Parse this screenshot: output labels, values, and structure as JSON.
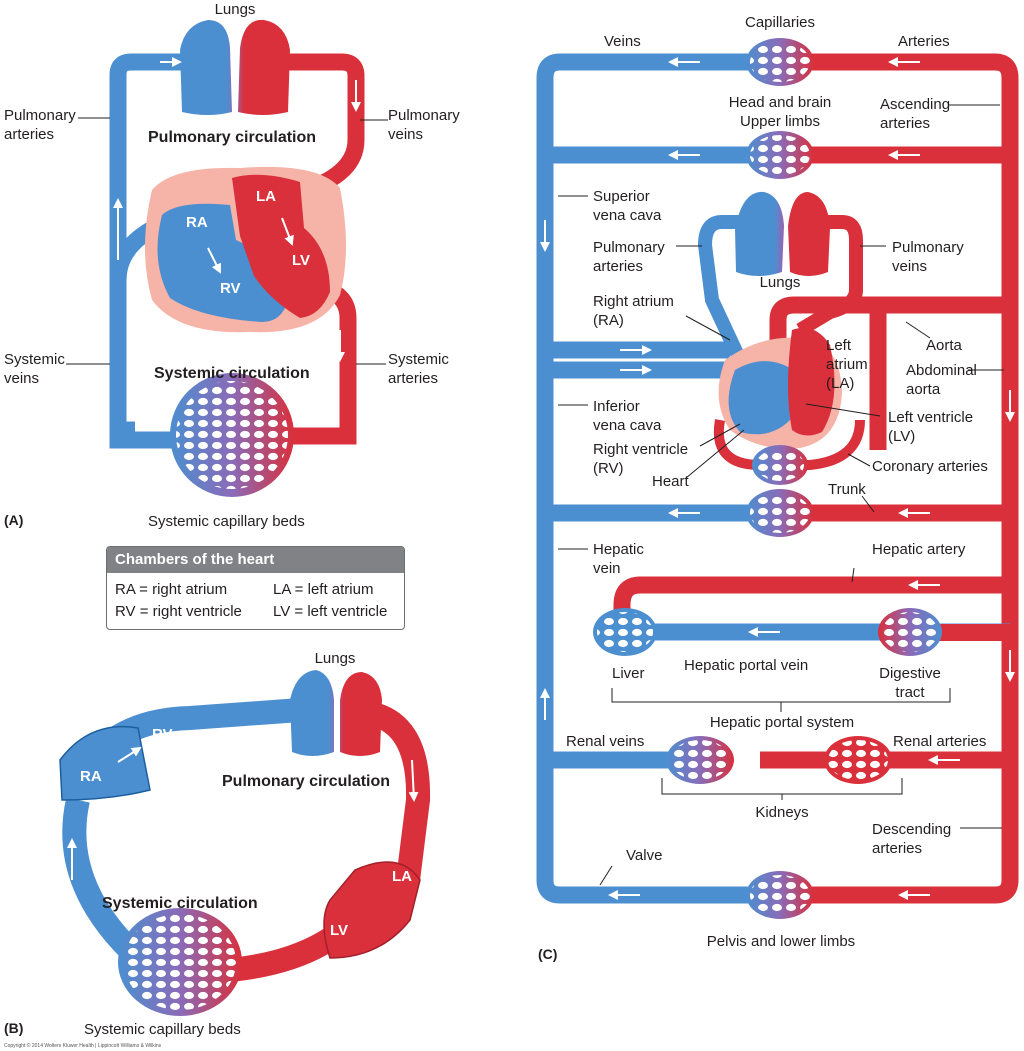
{
  "colors": {
    "vein": "#4c8fd0",
    "artery": "#d9303b",
    "veinDark": "#1d5e9e",
    "arteryDark": "#a3202a",
    "pericardium": "#f6b3a8",
    "legendHeader": "#808285"
  },
  "panel_a": {
    "tag": "(A)",
    "lungs": "Lungs",
    "pulmonary_arteries": "Pulmonary\narteries",
    "pulmonary_veins": "Pulmonary\nveins",
    "pulmonary_circulation": "Pulmonary circulation",
    "systemic_circulation": "Systemic circulation",
    "systemic_veins": "Systemic\nveins",
    "systemic_arteries": "Systemic\narteries",
    "capillary_beds": "Systemic capillary beds",
    "ra": "RA",
    "rv": "RV",
    "la": "LA",
    "lv": "LV"
  },
  "legend": {
    "title": "Chambers of the heart",
    "ra": "RA = right atrium",
    "la": "LA = left atrium",
    "rv": "RV = right ventricle",
    "lv": "LV = left ventricle"
  },
  "panel_b": {
    "tag": "(B)",
    "lungs": "Lungs",
    "pulmonary_circulation": "Pulmonary circulation",
    "systemic_circulation": "Systemic circulation",
    "capillary_beds": "Systemic capillary beds",
    "ra": "RA",
    "rv": "RV",
    "la": "LA",
    "lv": "LV"
  },
  "panel_c": {
    "tag": "(C)",
    "veins": "Veins",
    "capillaries": "Capillaries",
    "arteries": "Arteries",
    "head_brain": "Head and brain\nUpper limbs",
    "ascending_arteries": "Ascending\narteries",
    "superior_vena_cava": "Superior\nvena cava",
    "pulmonary_arteries": "Pulmonary\narteries",
    "pulmonary_veins": "Pulmonary\nveins",
    "lungs": "Lungs",
    "right_atrium": "Right atrium\n(RA)",
    "left_atrium": "Left\natrium\n(LA)",
    "aorta": "Aorta",
    "abdominal_aorta": "Abdominal\naorta",
    "inferior_vena_cava": "Inferior\nvena cava",
    "left_ventricle": "Left ventricle\n(LV)",
    "right_ventricle": "Right ventricle\n(RV)",
    "coronary_arteries": "Coronary arteries",
    "heart": "Heart",
    "trunk": "Trunk",
    "hepatic_vein": "Hepatic\nvein",
    "hepatic_artery": "Hepatic artery",
    "liver": "Liver",
    "hepatic_portal_vein": "Hepatic portal vein",
    "digestive_tract": "Digestive\ntract",
    "hepatic_portal_system": "Hepatic portal system",
    "renal_veins": "Renal veins",
    "renal_arteries": "Renal arteries",
    "kidneys": "Kidneys",
    "descending_arteries": "Descending\narteries",
    "valve": "Valve",
    "pelvis_lower_limbs": "Pelvis and lower limbs"
  },
  "copyright": "Copyright © 2014 Wolters Kluwer Health | Lippincott Williams & Wilkins"
}
